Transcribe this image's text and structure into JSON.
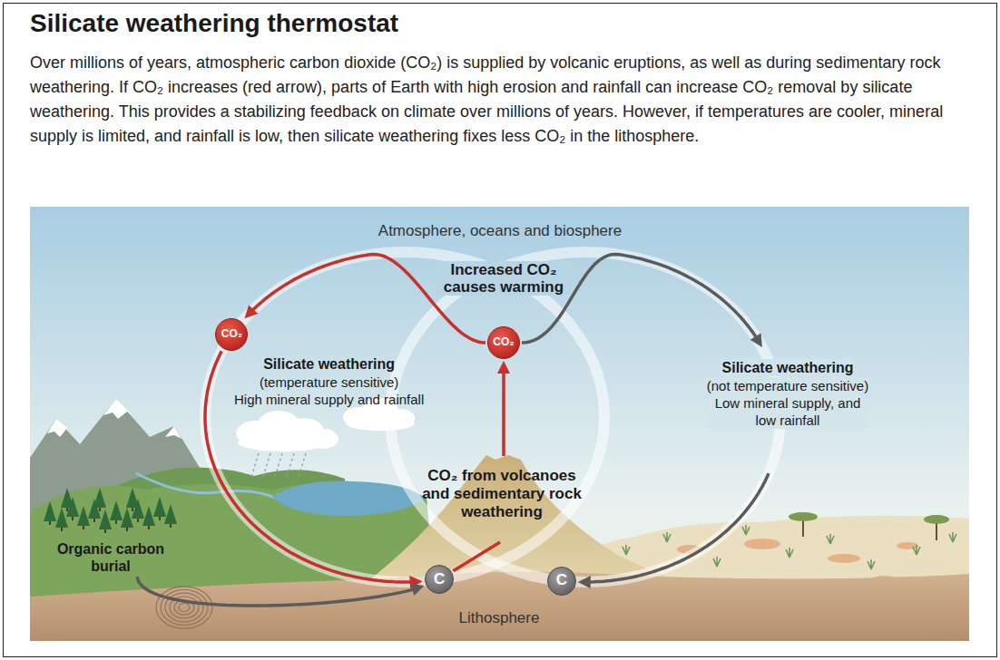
{
  "diagram": {
    "title": "Silicate weathering thermostat",
    "caption": "Over millions of years, atmospheric carbon dioxide (CO₂) is supplied by volcanic eruptions, as well as during sedimentary rock weathering. If CO₂ increases (red arrow), parts of Earth with high erosion and rainfall can increase CO₂ removal by silicate weathering. This provides a stabilizing feedback on climate over millions of years. However, if temperatures are cooler, mineral supply is limited, and rainfall is low, then silicate weathering fixes less CO₂ in the lithosphere.",
    "nodes": [
      {
        "text": [
          "CO₂"
        ]
      },
      {
        "text": [
          "CO₂"
        ]
      },
      {
        "text": [
          "Organic carbon burial"
        ]
      },
      {
        "text": [
          "C"
        ]
      },
      {
        "text": [
          "C"
        ]
      }
    ],
    "edges": [
      {
        "from": 1,
        "to": 0,
        "arrow": "to"
      },
      {
        "from": 0,
        "to": 3,
        "arrow": "to"
      },
      {
        "from": 3,
        "to": 1,
        "arrow": "to"
      },
      {
        "from": 1,
        "to": 4,
        "arrow": "to"
      },
      {
        "from": 2,
        "to": 3,
        "arrow": "to"
      }
    ],
    "labels": [
      "Atmosphere, oceans and biosphere",
      "Increased CO₂ causes warming",
      "Silicate weathering",
      "(temperature sensitive)",
      "High mineral supply and rainfall",
      "Silicate weathering",
      "(not temperature sensitive)",
      "Low mineral supply, and low rainfall",
      "CO₂ from volcanoes and sedimentary rock weathering",
      "Lithosphere"
    ]
  }
}
